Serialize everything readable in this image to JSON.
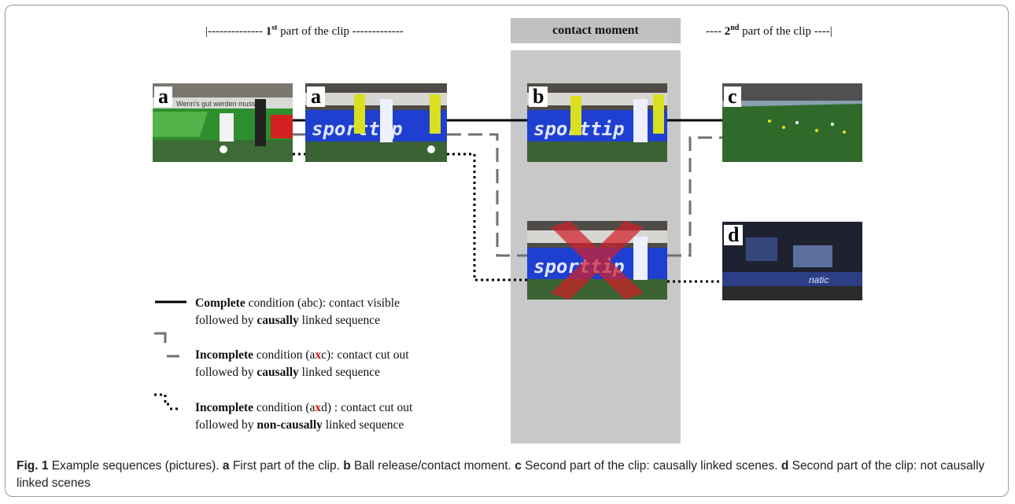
{
  "header": {
    "part1_prefix": "|-------------- ",
    "part1_num": "1",
    "part1_sup": "st",
    "part1_suffix": " part of the clip -------------",
    "contact": "contact moment",
    "part2_prefix": "---- ",
    "part2_num": "2",
    "part2_sup": "nd",
    "part2_suffix": " part of the clip ----|"
  },
  "panels": {
    "a1": "a",
    "a2": "a",
    "b": "b",
    "x": "",
    "c": "c",
    "d": "d"
  },
  "photo_text": {
    "banner1": "sporttip",
    "banner2": "Wenn's gut werden muss",
    "banner3": "natic"
  },
  "legend": {
    "complete": {
      "bold": "Complete",
      "rest1": " condition (abc):  contact visible",
      "line2a": "followed by ",
      "line2b": "causally",
      "line2c": " linked sequence"
    },
    "incomplete1": {
      "bold": "Incomplete",
      "rest1a": " condition (a",
      "x": "x",
      "rest1b": "c):  contact cut out",
      "line2a": "followed by ",
      "line2b": "causally",
      "line2c": " linked sequence"
    },
    "incomplete2": {
      "bold": "Incomplete",
      "rest1a": " condition (a",
      "x": "x",
      "rest1b": "d) :  contact cut out",
      "line2a": "followed by ",
      "line2b": "non-causally",
      "line2c": " linked sequence"
    }
  },
  "caption": {
    "fig": "Fig. 1",
    "t0": " Example sequences (pictures). ",
    "a": "a",
    "t1": " First part of the clip. ",
    "b": "b",
    "t2": " Ball release/contact moment. ",
    "c": "c",
    "t3": " Second part of the clip: causally linked scenes. ",
    "d": "d",
    "t4": " Second part of the clip: not causally linked scenes"
  },
  "colors": {
    "column_bg": "#c8c8c8",
    "solid_line": "#000000",
    "dashed_line": "#707070",
    "dotted_line": "#000000",
    "cross": "#d0202a",
    "banner_blue": "#1f3fd0",
    "pitch_green": "#2f6a2a"
  }
}
